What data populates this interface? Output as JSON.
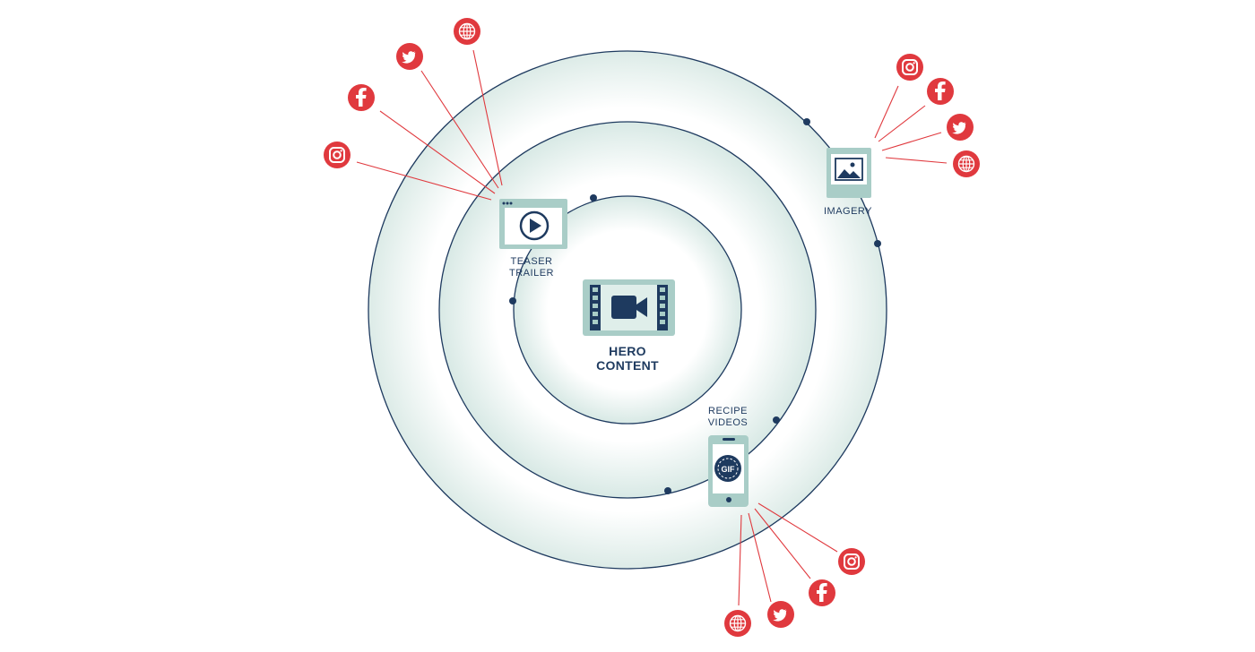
{
  "colors": {
    "navy": "#1e3a5f",
    "ring_fill": "#e3efec",
    "icon_box": "#a9cdc7",
    "social_red": "#e0393e"
  },
  "hero": {
    "line1": "HERO",
    "line2": "CONTENT",
    "icon": "film-camera-icon"
  },
  "nodes": {
    "teaser": {
      "line1": "TEASER",
      "line2": "TRAILER",
      "icon": "play-window-icon"
    },
    "imagery": {
      "line1": "IMAGERY",
      "icon": "picture-frame-icon"
    },
    "recipe": {
      "line1": "RECIPE",
      "line2": "VIDEOS",
      "icon": "phone-gif-icon",
      "gif_text": "GIF"
    }
  },
  "socials": {
    "teaser": [
      "instagram",
      "facebook",
      "twitter",
      "globe"
    ],
    "imagery": [
      "instagram",
      "facebook",
      "twitter",
      "globe"
    ],
    "recipe": [
      "instagram",
      "facebook",
      "twitter",
      "globe"
    ]
  }
}
